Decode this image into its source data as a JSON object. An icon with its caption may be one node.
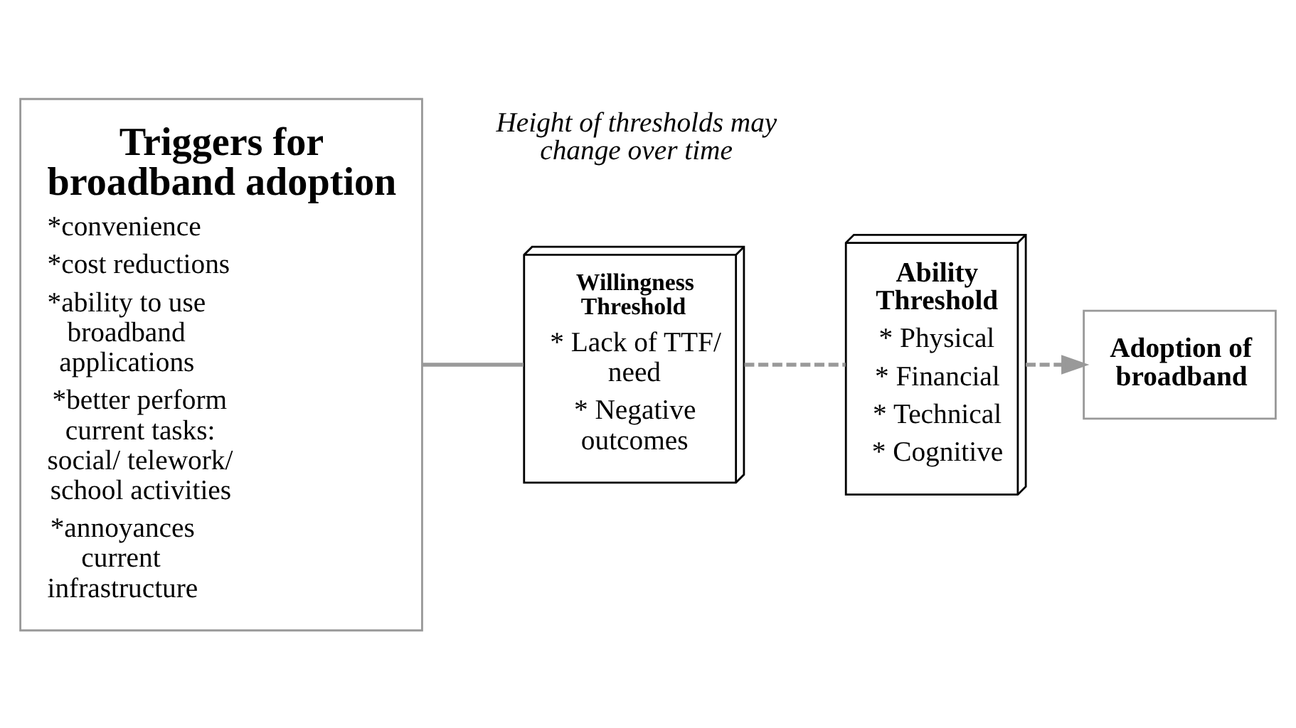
{
  "diagram": {
    "nodes": [
      {
        "text": [
          "Triggers for broadband adoption",
          "*convenience",
          "*cost reductions",
          "*ability to use broadband applications",
          "*better perform current tasks: social/ telework/ school activities",
          "*annoyances current infrastructure"
        ]
      },
      {
        "text": [
          "Willingness Threshold",
          "* Lack of TTF/ need",
          "* Negative outcomes"
        ]
      },
      {
        "text": [
          "Ability Threshold",
          "* Physical",
          "* Financial",
          "* Technical",
          "* Cognitive"
        ]
      },
      {
        "text": [
          "Adoption of broadband"
        ]
      }
    ],
    "edges": [
      {
        "from": 0,
        "to": 1,
        "arrow": "none",
        "color": "#999999"
      },
      {
        "from": 1,
        "to": 2,
        "arrow": "none",
        "style": "dashed",
        "color": "#999999"
      },
      {
        "from": 2,
        "to": 3,
        "arrow": "to",
        "style": "dashed",
        "color": "#999999"
      }
    ],
    "labels": [
      "Height of thresholds may change over time"
    ]
  }
}
